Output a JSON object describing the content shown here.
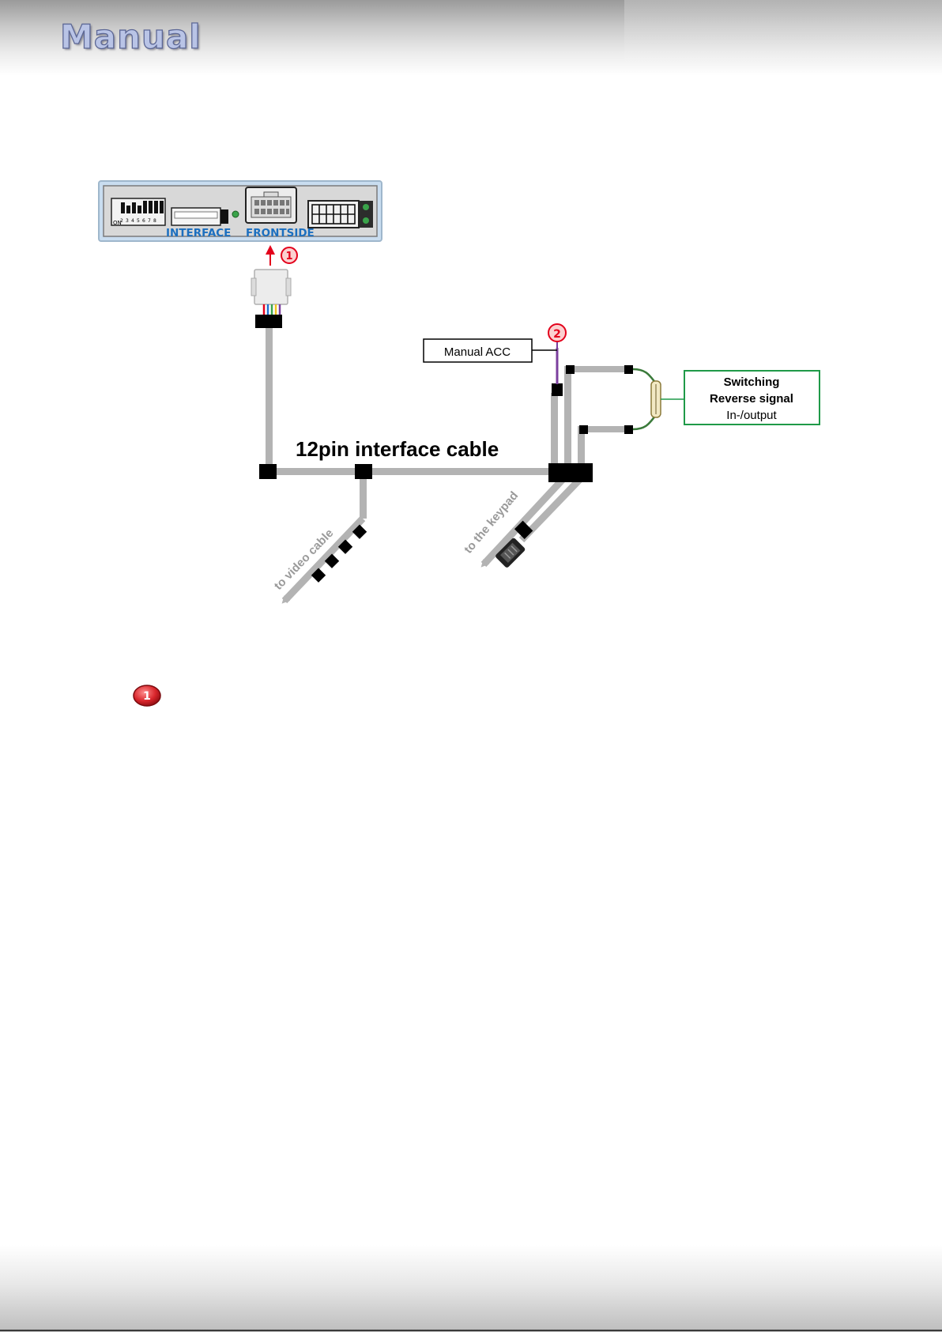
{
  "header": {
    "title": "Manual"
  },
  "device": {
    "label_left": "INTERFACE",
    "label_right": "FRONTSIDE",
    "dip_label": "ON",
    "dip_numbers": [
      "1",
      "2",
      "3",
      "4",
      "5",
      "6",
      "7",
      "8"
    ]
  },
  "steps": {
    "one": "1",
    "two": "2"
  },
  "cable": {
    "title": "12pin interface cable",
    "acc_label": "Manual ACC",
    "reverse_label_lines": [
      "Switching",
      "Reverse signal",
      "In-/output"
    ],
    "video_label": "to video cable",
    "keypad_label": "to the keypad"
  },
  "legend": {
    "badge": "1"
  },
  "colors": {
    "cable_gray": "#b3b3b3",
    "connector_black": "#000000",
    "accent_red": "#e3001b",
    "badge_red": "#c4161c",
    "label_green": "#1f9a48",
    "wire_green": "#3a7a3a",
    "wire_purple": "#7b3f9e",
    "device_blue": "#1b6fc0"
  }
}
